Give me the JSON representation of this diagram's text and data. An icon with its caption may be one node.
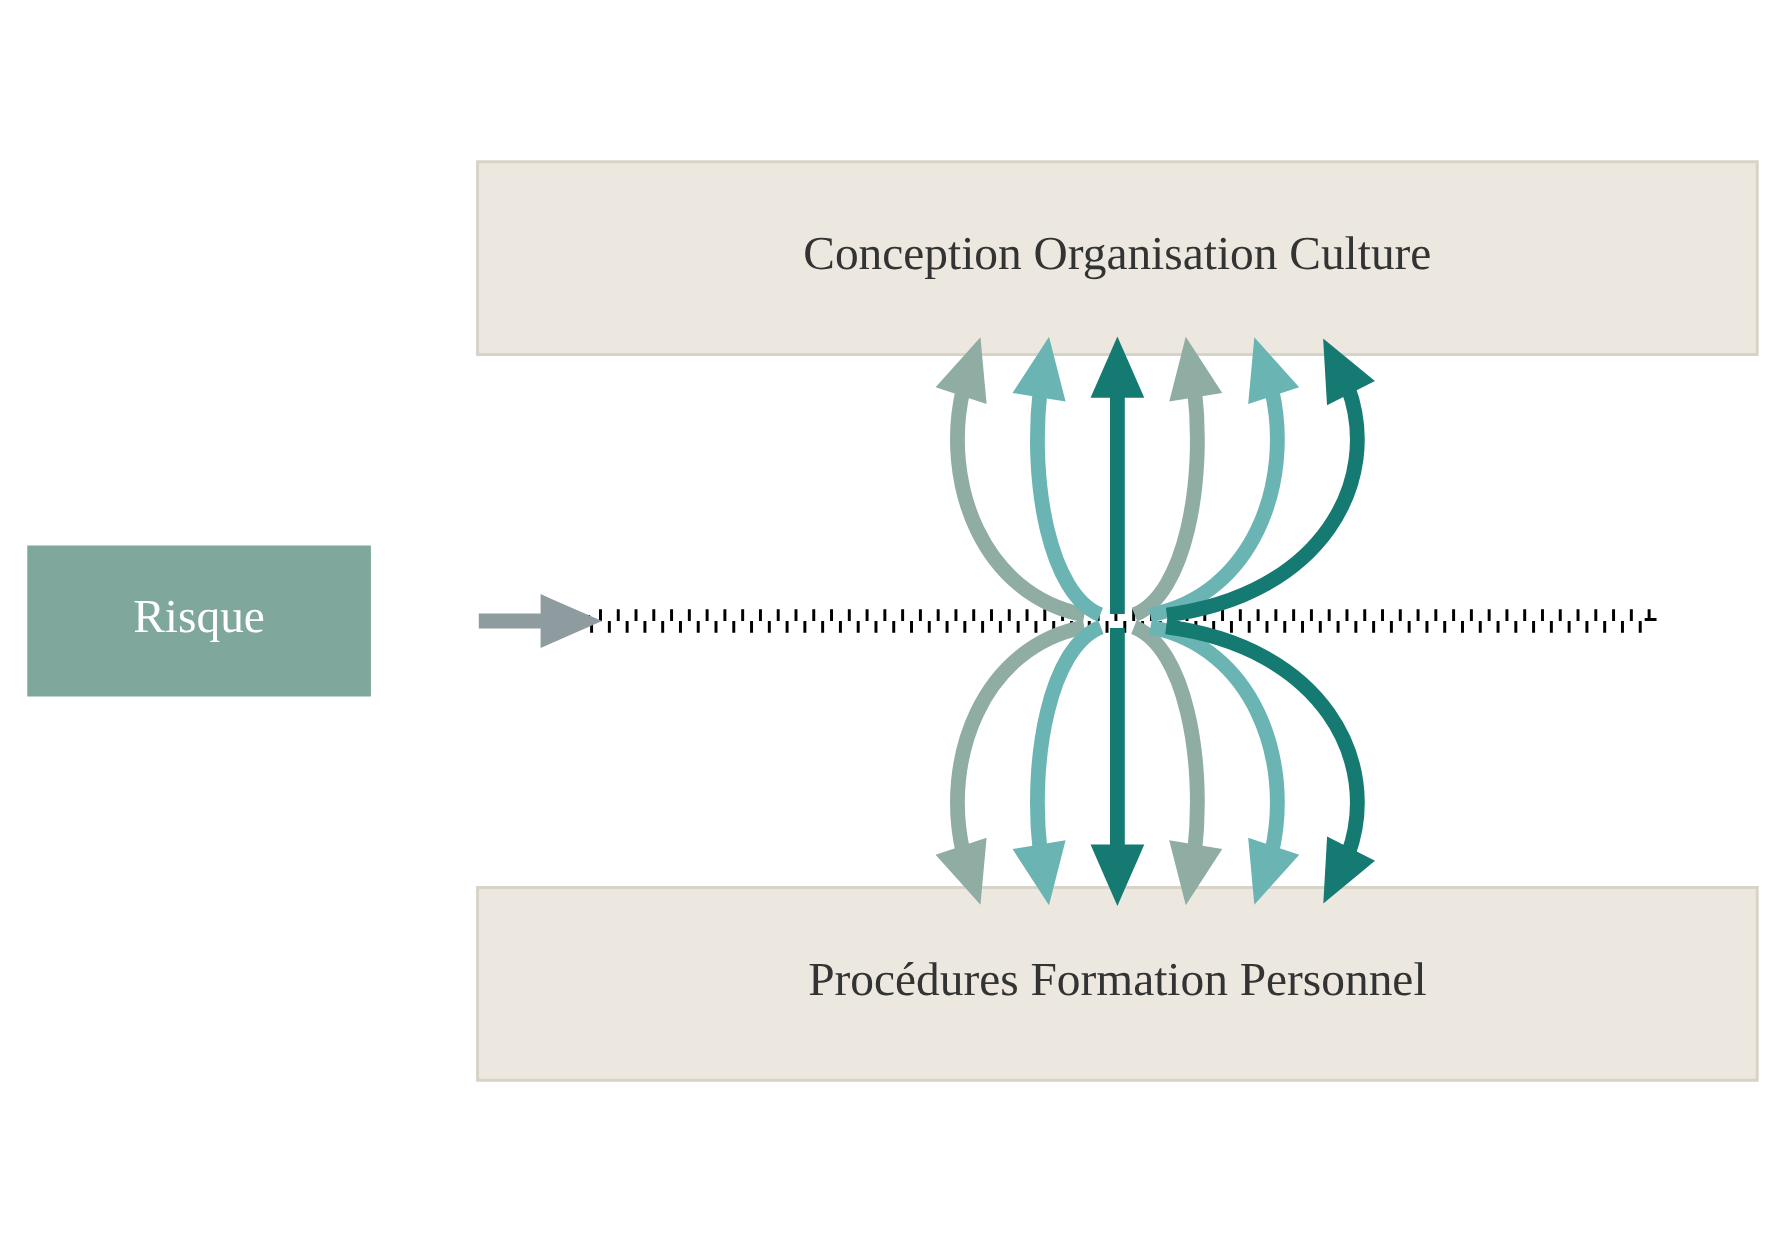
{
  "diagram": {
    "nodes": [
      {
        "text": [
          "Conception Organisation Culture"
        ]
      },
      {
        "text": [
          "Risque"
        ]
      },
      {
        "text": [],
        "shape": "line"
      },
      {
        "text": [
          "Procédures Formation Personnel"
        ]
      }
    ],
    "edges": [
      {
        "from": null,
        "to": 2,
        "arrow": "to",
        "color": "#8e9ca0"
      },
      {
        "from": 2,
        "to": 0,
        "arrow": "to",
        "color": "#8fada3"
      },
      {
        "from": 2,
        "to": 3,
        "arrow": "to",
        "color": "#8fada3"
      },
      {
        "from": 2,
        "to": 0,
        "arrow": "to",
        "color": "#6ab4b4"
      },
      {
        "from": 2,
        "to": 3,
        "arrow": "to",
        "color": "#6ab4b4"
      },
      {
        "from": 2,
        "to": 0,
        "arrow": "to",
        "color": "#157a72"
      },
      {
        "from": 2,
        "to": 3,
        "arrow": "to",
        "color": "#157a72"
      },
      {
        "from": 2,
        "to": 0,
        "arrow": "to",
        "color": "#8fada3"
      },
      {
        "from": 2,
        "to": 3,
        "arrow": "to",
        "color": "#8fada3"
      },
      {
        "from": 2,
        "to": 0,
        "arrow": "to",
        "color": "#6ab4b4"
      },
      {
        "from": 2,
        "to": 3,
        "arrow": "to",
        "color": "#6ab4b4"
      },
      {
        "from": 2,
        "to": 0,
        "arrow": "to",
        "color": "#157a72"
      },
      {
        "from": 2,
        "to": 3,
        "arrow": "to",
        "color": "#157a72"
      }
    ]
  }
}
